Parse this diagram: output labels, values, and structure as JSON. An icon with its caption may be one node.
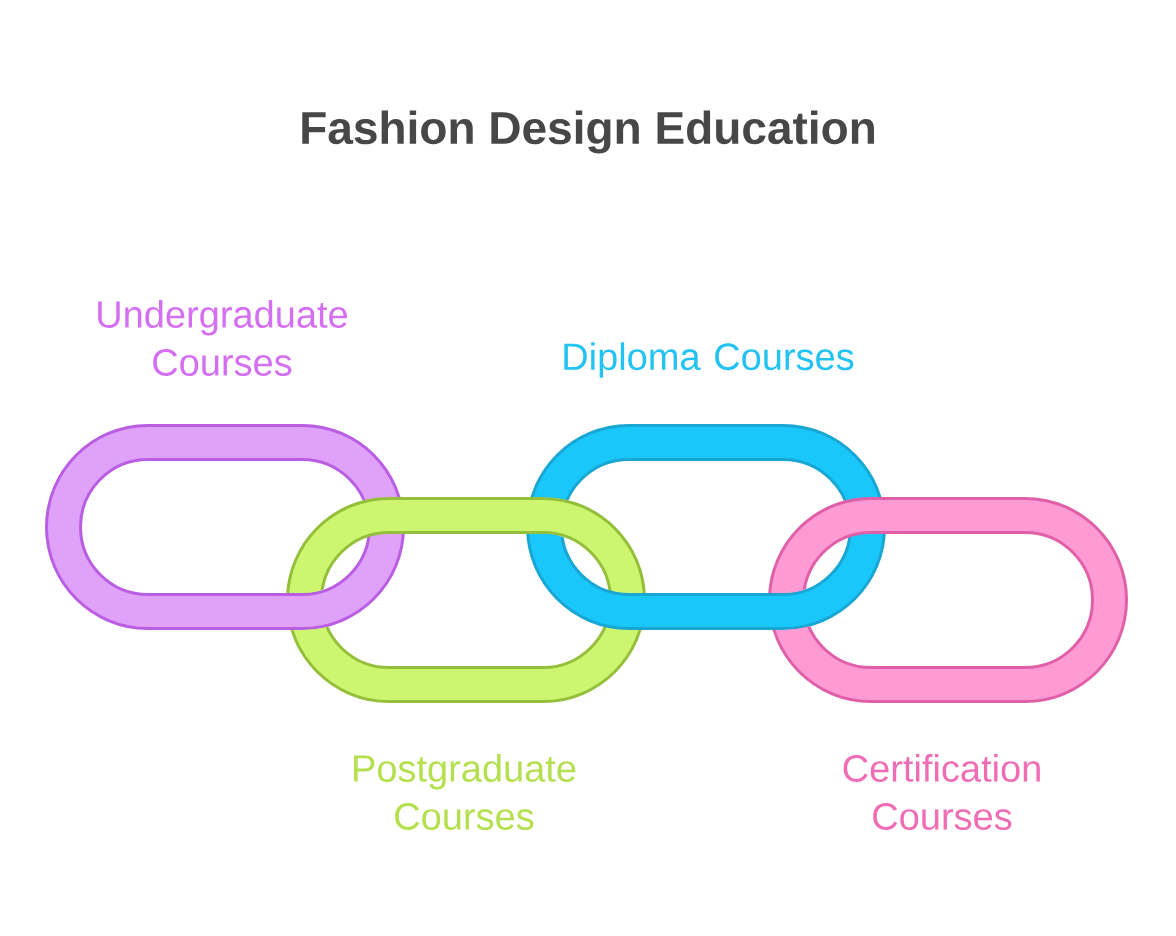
{
  "diagram": {
    "title": "Fashion Design Education",
    "nodes": [
      {
        "text": [
          "Undergraduate Courses"
        ]
      },
      {
        "text": [
          "Postgraduate Courses"
        ]
      },
      {
        "text": [
          "Diploma Courses"
        ]
      },
      {
        "text": [
          "Certification Courses"
        ]
      }
    ]
  }
}
